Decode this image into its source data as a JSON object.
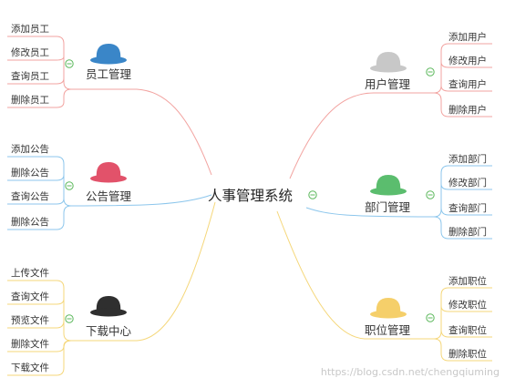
{
  "root": {
    "label": "人事管理系统"
  },
  "branches": {
    "employee": {
      "label": "员工管理",
      "color": "#f2a3a0",
      "hat_color": "#3a86c8",
      "items": [
        "添加员工",
        "修改员工",
        "查询员工",
        "删除员工"
      ]
    },
    "notice": {
      "label": "公告管理",
      "color": "#8cc6ec",
      "hat_color": "#e2526a",
      "items": [
        "添加公告",
        "删除公告",
        "查询公告",
        "删除公告"
      ]
    },
    "download": {
      "label": "下载中心",
      "color": "#f5d77a",
      "hat_color": "#2f2f2f",
      "items": [
        "上传文件",
        "查询文件",
        "预览文件",
        "删除文件",
        "下载文件"
      ]
    },
    "user": {
      "label": "用户管理",
      "color": "#f2a3a0",
      "hat_color": "#c8c8c8",
      "items": [
        "添加用户",
        "修改用户",
        "查询用户",
        "删除用户"
      ]
    },
    "dept": {
      "label": "部门管理",
      "color": "#8cc6ec",
      "hat_color": "#5bbd6e",
      "items": [
        "添加部门",
        "修改部门",
        "查询部门",
        "删除部门"
      ]
    },
    "position": {
      "label": "职位管理",
      "color": "#f5d77a",
      "hat_color": "#f5cf6a",
      "items": [
        "添加职位",
        "修改职位",
        "查询职位",
        "删除职位"
      ]
    }
  },
  "collapse_icon": "minus-circle-icon",
  "watermark": "https://blog.csdn.net/chengqiuming"
}
